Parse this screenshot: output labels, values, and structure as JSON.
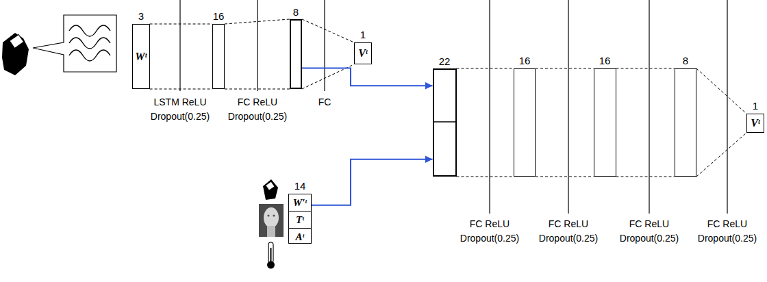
{
  "diagram": {
    "nodes": [
      {
        "text": [
          "3",
          "Wᵗ"
        ]
      },
      {
        "text": [
          "16"
        ]
      },
      {
        "text": [
          "8"
        ]
      },
      {
        "text": [
          "1",
          "Vᵗ"
        ]
      },
      {
        "text": [
          "14"
        ]
      },
      {
        "text": [
          "W′ᵗ"
        ],
        "in": 4
      },
      {
        "text": [
          "Tᵗ"
        ],
        "in": 4
      },
      {
        "text": [
          "Aᵗ"
        ],
        "in": 4
      },
      {
        "text": [
          "22"
        ]
      },
      {
        "text": [
          "16"
        ]
      },
      {
        "text": [
          "16"
        ]
      },
      {
        "text": [
          "8"
        ]
      },
      {
        "text": [
          "1",
          "Vᵗ"
        ]
      }
    ],
    "edges": [
      {
        "from": 0,
        "to": 1,
        "arrow": "none"
      },
      {
        "from": 1,
        "to": 2,
        "arrow": "none"
      },
      {
        "from": 2,
        "to": 3,
        "arrow": "none"
      },
      {
        "from": 2,
        "to": 8,
        "arrow": "to"
      },
      {
        "from": 4,
        "to": 8,
        "arrow": "to"
      },
      {
        "from": 8,
        "to": 9,
        "arrow": "none"
      },
      {
        "from": 9,
        "to": 10,
        "arrow": "none"
      },
      {
        "from": 10,
        "to": 11,
        "arrow": "none"
      },
      {
        "from": 11,
        "to": 12,
        "arrow": "none"
      }
    ],
    "labels": [
      "LSTM ReLU Dropout(0.25)",
      "FC ReLU Dropout(0.25)",
      "FC",
      "FC ReLU Dropout(0.25)",
      "FC ReLU Dropout(0.25)",
      "FC ReLU Dropout(0.25)",
      "FC ReLU Dropout(0.25)"
    ]
  }
}
